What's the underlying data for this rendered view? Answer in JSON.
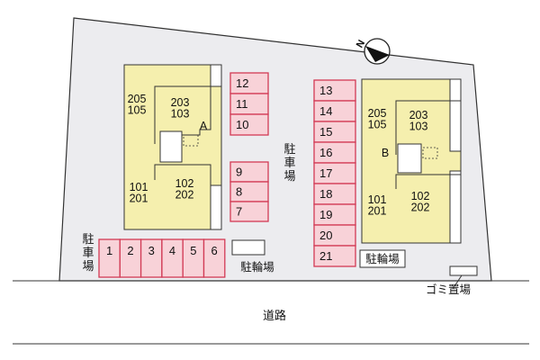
{
  "colors": {
    "lot": "#ececef",
    "building": "#f5efae",
    "parking_fill": "#f8d2d8",
    "parking_stroke": "#d23a55",
    "outline": "#333333",
    "white": "#ffffff"
  },
  "buildings": [
    {
      "name": "A",
      "rooms": {
        "upper_left": "205\n105",
        "upper_right": "203\n103",
        "lower_left": "101\n201",
        "lower_right": "102\n202"
      }
    },
    {
      "name": "B",
      "rooms": {
        "upper_left": "205\n105",
        "upper_right": "203\n103",
        "lower_left": "101\n201",
        "lower_right": "102\n202"
      }
    }
  ],
  "parking": {
    "group_top": [
      "12",
      "11",
      "10"
    ],
    "group_mid": [
      "9",
      "8",
      "7"
    ],
    "group_right": [
      "13",
      "14",
      "15",
      "16",
      "17",
      "18",
      "19",
      "20",
      "21"
    ],
    "group_bottom": [
      "1",
      "2",
      "3",
      "4",
      "5",
      "6"
    ]
  },
  "labels": {
    "parking_center": "駐車場",
    "parking_left": "駐車場",
    "bicycle_left": "駐輪場",
    "bicycle_right": "駐輪場",
    "garbage": "ゴミ置場",
    "road": "道路"
  },
  "compass": {
    "label": "N",
    "icon": "north-arrow-icon"
  }
}
